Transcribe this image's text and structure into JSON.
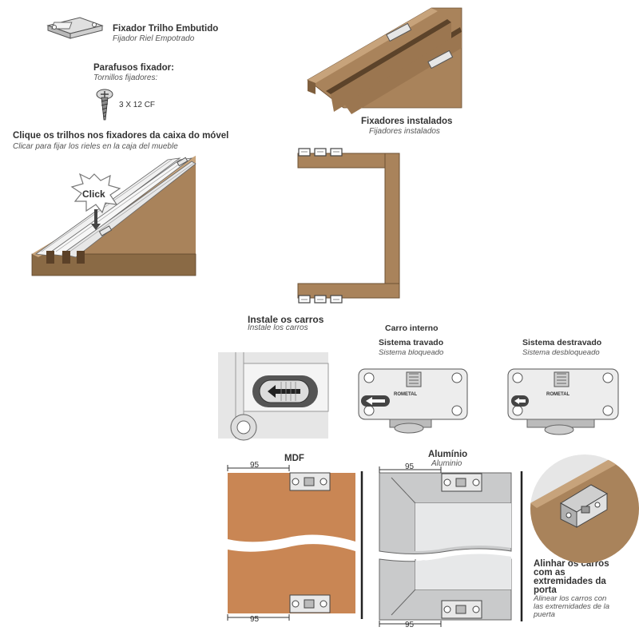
{
  "step1": {
    "title": "Fixador Trilho Embutido",
    "subtitle": "Fijador Riel Empotrado"
  },
  "screws": {
    "title": "Parafusos fixador:",
    "subtitle": "Tornillos fijadores:",
    "spec": "3 X 12 CF"
  },
  "clip": {
    "title": "Clique os trilhos nos fixadores da caixa do móvel",
    "subtitle": "Clicar para fijar los rieles en la caja del mueble",
    "burst_label": "Click"
  },
  "installed": {
    "title": "Fixadores instalados",
    "subtitle": "Fijadores instalados"
  },
  "carriages": {
    "title": "Instale os carros",
    "subtitle": "Instale los carros"
  },
  "internal": {
    "title": "Carro interno",
    "locked_title": "Sistema travado",
    "locked_subtitle": "Sistema bloqueado",
    "unlocked_title": "Sistema destravado",
    "unlocked_subtitle": "Sistema desbloqueado",
    "brand": "ROMETAL"
  },
  "mdf": {
    "title": "MDF",
    "dim_top": "95",
    "dim_bottom": "95"
  },
  "aluminium": {
    "title": "Alumínio",
    "subtitle": "Aluminio",
    "dim_top": "95",
    "dim_bottom": "95"
  },
  "align": {
    "title_line1": "Alinhar os carros",
    "title_line2": "com as",
    "title_line3": "extremidades da",
    "title_line4": "porta",
    "subtitle_line1": "Alinear los carros con",
    "subtitle_line2": "las extremidades de la",
    "subtitle_line3": "puerta"
  },
  "colors": {
    "wood": "#a9835b",
    "wood_dark": "#7a5a3a",
    "mdf": "#c98654",
    "alu_panel": "#d8d9db",
    "grey_bg": "#e6e6e6"
  }
}
